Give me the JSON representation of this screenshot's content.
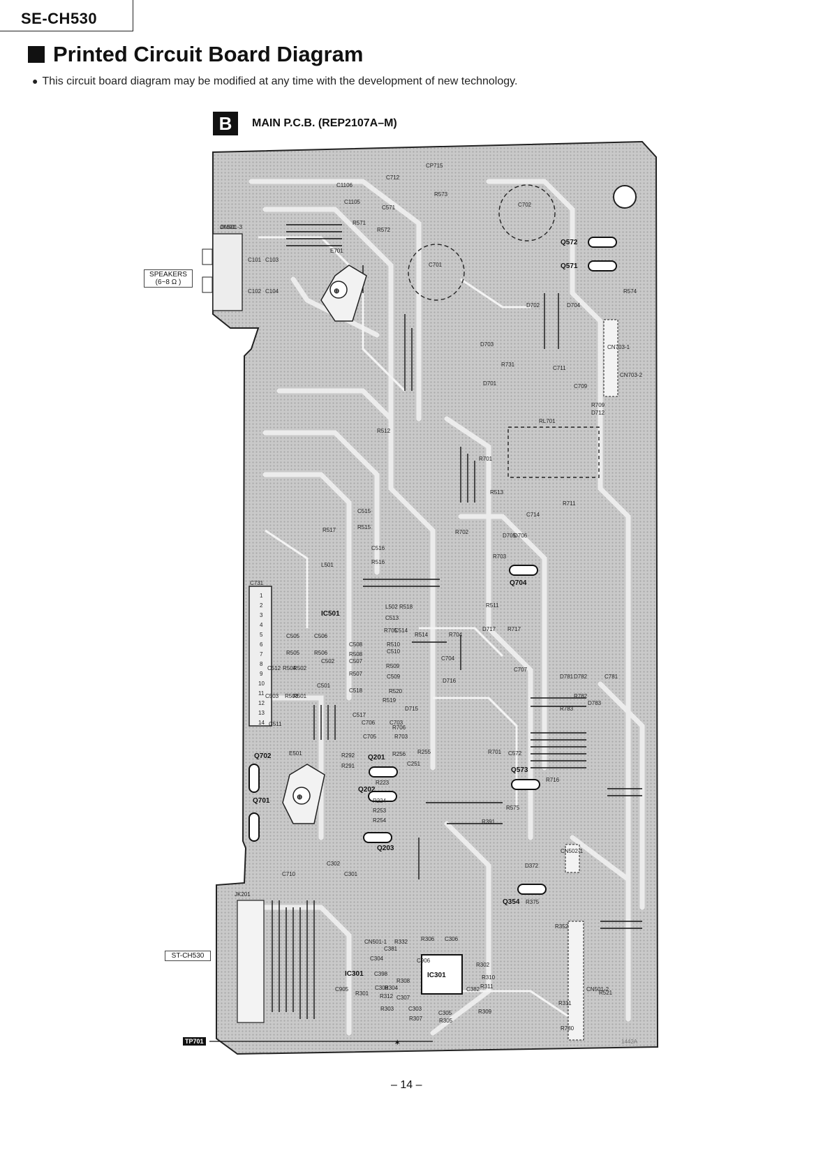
{
  "header": {
    "model": "SE-CH530",
    "title": "Printed Circuit Board Diagram",
    "note": "This circuit board diagram may be modified at any time with the development of new technology."
  },
  "board": {
    "section_letter": "B",
    "section_title": "MAIN P.C.B. (REP2107A–M)",
    "speakers_label": [
      "SPEAKERS",
      "(6~8 Ω )"
    ],
    "st_label": "ST-CH530",
    "tp_label": "TP701",
    "board_code": "1442A",
    "component_labels": [
      "JK501",
      "CP715",
      "C712",
      "C1106",
      "C1105",
      "C571",
      "R573",
      "R571",
      "R572",
      "C702",
      "Q572",
      "Q571",
      "E701",
      "C701",
      "C101",
      "C103",
      "C102",
      "C104",
      "D702",
      "D704",
      "R574",
      "CN703-1",
      "CN703-2",
      "D703",
      "R731",
      "C711",
      "C709",
      "D701",
      "R709",
      "D712",
      "RL701",
      "R512",
      "R701",
      "R513",
      "R711",
      "C515",
      "R517",
      "R515",
      "R702",
      "D705",
      "D706",
      "C714",
      "C516",
      "R516",
      "R703",
      "Q704",
      "L501",
      "C731",
      "IC501",
      "L502",
      "R518",
      "C513",
      "R511",
      "R705",
      "C514",
      "R514",
      "R704",
      "D717",
      "R717",
      "C505",
      "C506",
      "C508",
      "R510",
      "C510",
      "R505",
      "R506",
      "R508",
      "C507",
      "C502",
      "R509",
      "C704",
      "C512",
      "R504",
      "R502",
      "R507",
      "C509",
      "D716",
      "C707",
      "D781",
      "D782",
      "C781",
      "C501",
      "C518",
      "R520",
      "R519",
      "D783",
      "C503",
      "R503",
      "R501",
      "R782",
      "R783",
      "C511",
      "C517",
      "D715",
      "C706",
      "C703",
      "R706",
      "C705",
      "R703",
      "Q702",
      "E501",
      "R292",
      "Q201",
      "R256",
      "R255",
      "R701",
      "C572",
      "R291",
      "C251",
      "Q573",
      "R223",
      "R716",
      "Q202",
      "R224",
      "R253",
      "R254",
      "R575",
      "Q701",
      "R391",
      "Q203",
      "CN502-1",
      "C302",
      "C710",
      "C301",
      "D372",
      "Q354",
      "R375",
      "JK201",
      "R352",
      "CN501-1",
      "R332",
      "R306",
      "C306",
      "C381",
      "C304",
      "C906",
      "IC301",
      "R302",
      "R310",
      "C398",
      "C308",
      "R304",
      "R308",
      "C382",
      "R311",
      "R312",
      "C307",
      "C905",
      "R301",
      "R303",
      "R307",
      "C303",
      "C305",
      "R305",
      "R309",
      "R311",
      "CN501-2",
      "R521",
      "R780",
      "CN501-3"
    ]
  },
  "page_number": "– 14 –"
}
